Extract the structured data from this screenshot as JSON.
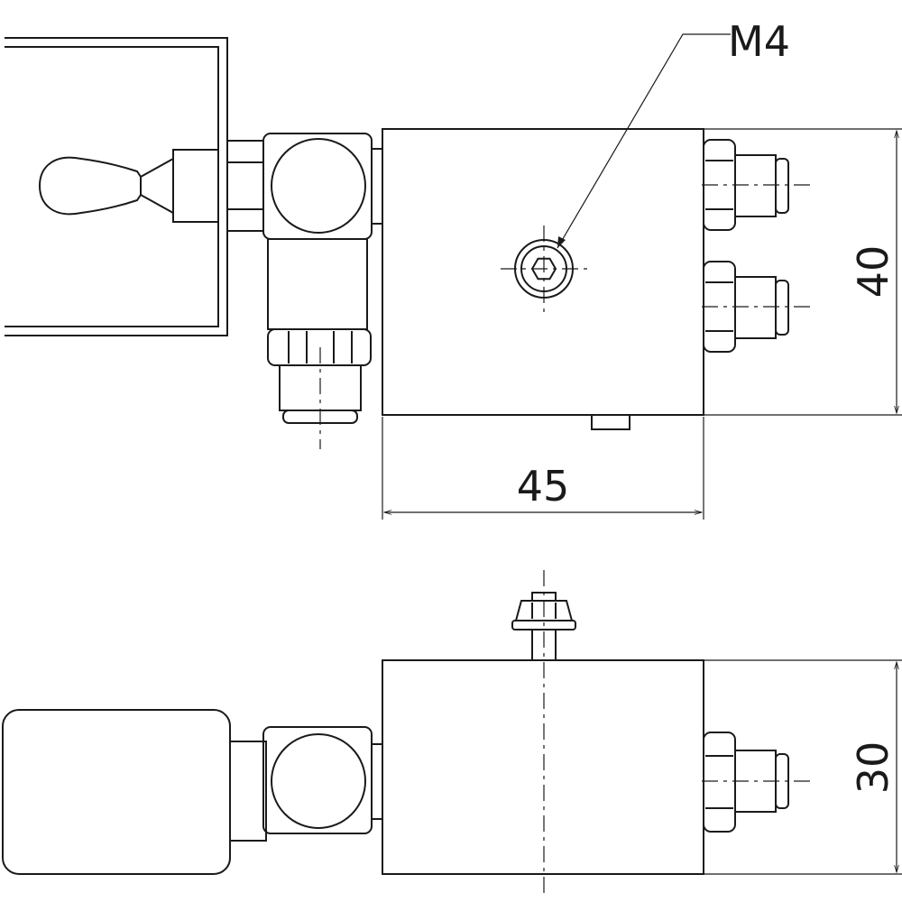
{
  "drawing": {
    "callout_label": "M4",
    "dimensions": {
      "top_width": "45",
      "top_height": "40",
      "bottom_height": "30"
    }
  },
  "colors": {
    "line": "#1a1a1a",
    "background": "#ffffff"
  }
}
